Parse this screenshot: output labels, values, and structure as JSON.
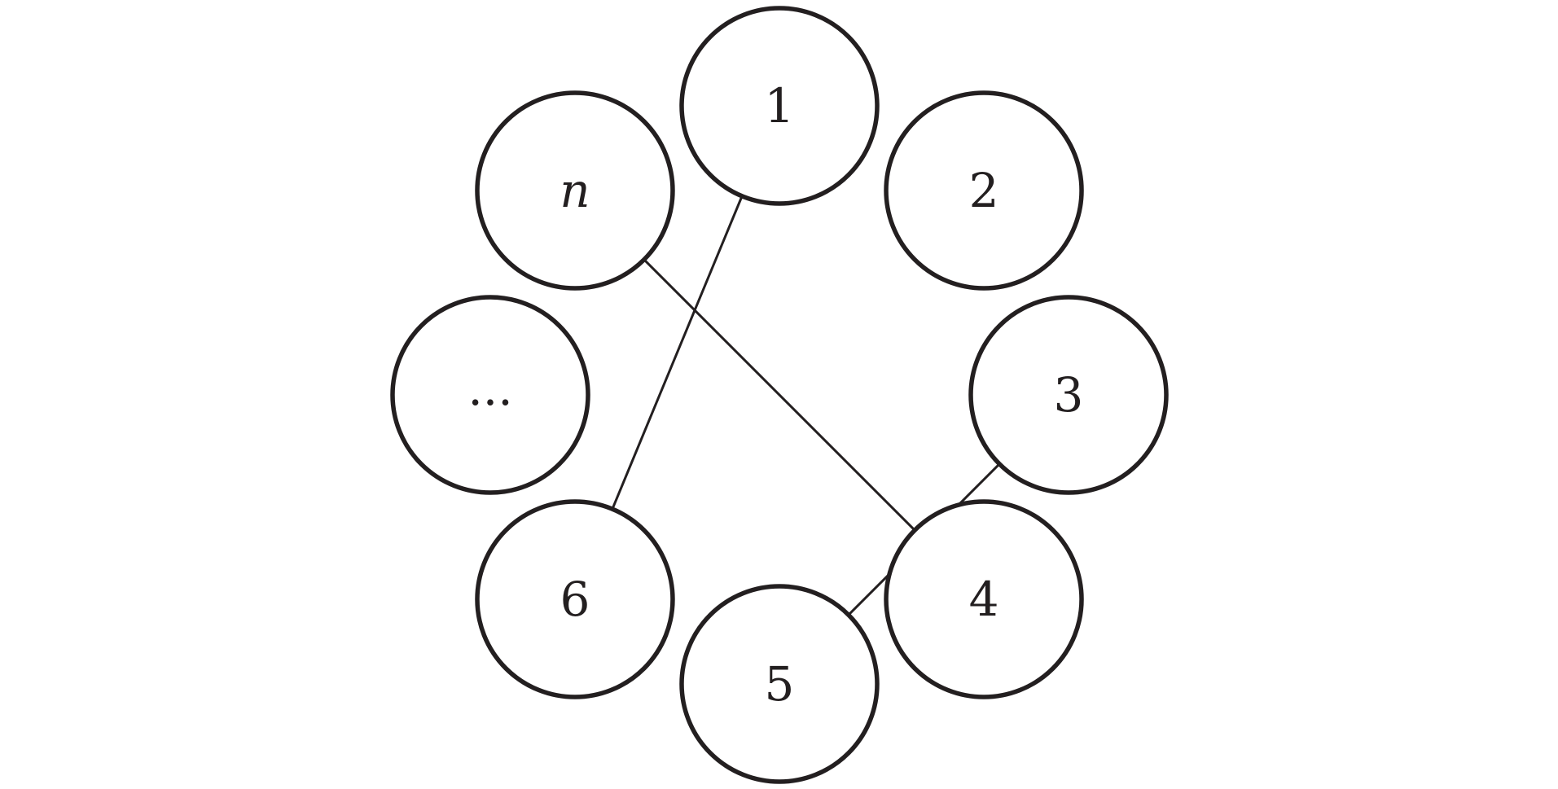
{
  "diagram": {
    "nodes": [
      {
        "id": "1",
        "label": "1",
        "italic": false
      },
      {
        "id": "2",
        "label": "2",
        "italic": false
      },
      {
        "id": "3",
        "label": "3",
        "italic": false
      },
      {
        "id": "4",
        "label": "4",
        "italic": false
      },
      {
        "id": "5",
        "label": "5",
        "italic": false
      },
      {
        "id": "6",
        "label": "6",
        "italic": false
      },
      {
        "id": "dots",
        "label": "...",
        "italic": false
      },
      {
        "id": "n",
        "label": "n",
        "italic": true
      }
    ],
    "edges": [
      {
        "from": "1",
        "to": "6"
      },
      {
        "from": "n",
        "to": "4"
      },
      {
        "from": "3",
        "to": "5"
      }
    ],
    "colors": {
      "stroke": "#231f20",
      "background": "#ffffff"
    }
  }
}
